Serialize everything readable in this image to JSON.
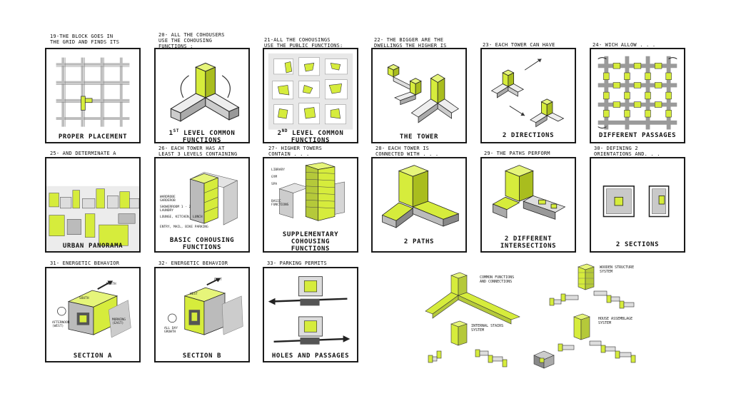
{
  "colors": {
    "accent": "#d6ec3c",
    "grey": "#b8b8b8",
    "dark": "#555555",
    "ink": "#1a1a1a"
  },
  "panels": [
    {
      "id": "p19",
      "caption": "19-THE BLOCK GOES IN\nTHE GRID AND FINDS ITS",
      "label": "PROPER PLACEMENT"
    },
    {
      "id": "p20",
      "caption": "20- ALL THE COHOUSERS\nUSE THE COHOUSING\nFUNCTIONS :",
      "label_pre": "1",
      "label_sup": "ST",
      "label": " LEVEL COMMON\nFUNCTIONS"
    },
    {
      "id": "p21",
      "caption": "21-ALL THE COHOUSINGS\nUSE THE PUBLIC FUNCTIONS:",
      "label_pre": "2",
      "label_sup": "ND",
      "label": " LEVEL COMMON\nFUNCTIONS"
    },
    {
      "id": "p22",
      "caption": "22- THE BIGGER ARE THE\nDWELLINGS THE HIGHER IS",
      "label": "THE TOWER"
    },
    {
      "id": "p23",
      "caption": "23- EACH TOWER CAN HAVE",
      "label": "2 DIRECTIONS"
    },
    {
      "id": "p24",
      "caption": "24- WICH ALLOW . . .",
      "label": "DIFFERENT PASSAGES"
    },
    {
      "id": "p25",
      "caption": "25- AND DETERMINATE A",
      "label": "URBAN PANORAMA"
    },
    {
      "id": "p26",
      "caption": "26- EACH TOWER HAS AT\nLEAST 3 LEVELS CONTAINING",
      "label": "BASIC COHOUSING\nFUNCTIONS"
    },
    {
      "id": "p27",
      "caption": "27- HIGHER TOWERS\nCONTAIN . . .",
      "label": "SUPPLEMENTARY\nCOHOUSING\nFUNCTIONS"
    },
    {
      "id": "p28",
      "caption": "28- EACH TOWER IS\nCONNECTED WITH . . .",
      "label": "2 PATHS"
    },
    {
      "id": "p29",
      "caption": "29- THE PATHS PERFORM",
      "label": "2 DIFFERENT\nINTERSECTIONS"
    },
    {
      "id": "p30",
      "caption": "30- DEFINING 2\nORIENTATIONS AND. . .",
      "label": "2 SECTIONS"
    },
    {
      "id": "p31",
      "caption": "31- ENERGETIC BEHAVIOR",
      "label": "SECTION  A"
    },
    {
      "id": "p32",
      "caption": "32- ENERGETIC BEHAVIOR",
      "label": "SECTION  B"
    },
    {
      "id": "p33",
      "caption": "33- PARKING PERMITS",
      "label": "HOLES AND PASSAGES"
    }
  ],
  "notes": {
    "p26": [
      "WARDROBE\nGARDEROB",
      "SHOWERROOM 1 - 2\nLAUNDRY",
      "LOUNGE, KITCHEN, LUNCH",
      "ENTRY, MAIL, BIKE PARKING"
    ],
    "p27": [
      "LIBRARY",
      "GYM",
      "SPA",
      "BASIC\nFUNCTIONS"
    ],
    "p31": [
      "NORTH",
      "SOUTH",
      "AFTERNOON\n(WEST)",
      "MORNING\n(EAST)"
    ],
    "p32": [
      "EAST",
      "WEST",
      "ALL DAY\nGROWTH"
    ]
  },
  "axo_labels": {
    "common": "COMMON FUNCTIONS\nAND CONNECTIONS",
    "stairs": "INTERNAL STAIRS\nSYSTEM",
    "wooden": "WOODEN STRUCTURE\nSYSTEM",
    "house": "HOUSE ASSEMBLAGE\nSYSTEM"
  }
}
